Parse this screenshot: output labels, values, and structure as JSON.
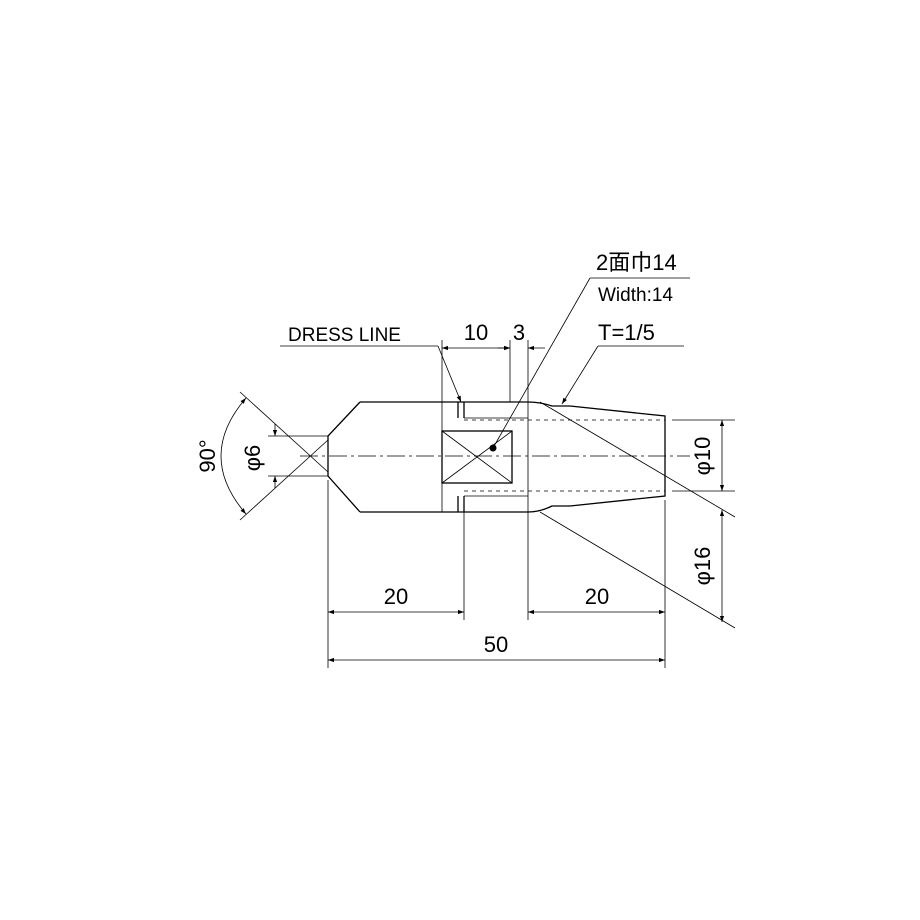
{
  "labels": {
    "flats_jp": "2面巾14",
    "flats_en": "Width:14",
    "dress_line": "DRESS LINE",
    "dim_10": "10",
    "dim_3": "3",
    "taper": "T=1/5",
    "angle": "90°",
    "dia_tip": "φ6",
    "dia_small": "φ10",
    "dia_large": "φ16",
    "dim_20_left": "20",
    "dim_20_right": "20",
    "dim_50": "50"
  },
  "colors": {
    "line": "#000000",
    "background": "#ffffff"
  }
}
